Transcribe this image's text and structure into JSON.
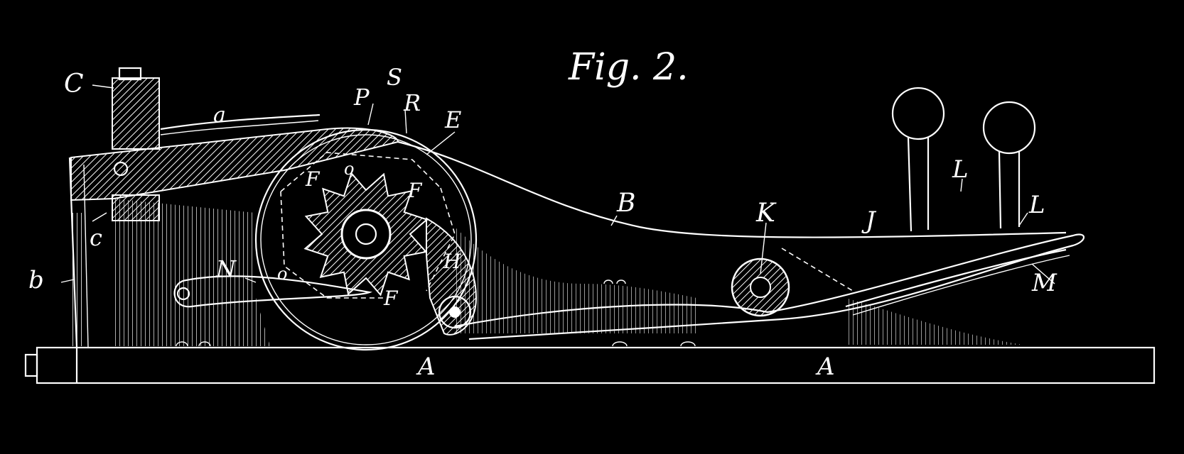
{
  "figure": {
    "title": "Fig. 2.",
    "background_color": "#000000",
    "line_color": "#ffffff"
  },
  "labels": {
    "C": "C",
    "a": "a",
    "P": "P",
    "S": "S",
    "R": "R",
    "E": "E",
    "F_left": "F",
    "F_center": "F",
    "F_lower": "F",
    "o_upper": "o",
    "o_lower": "o",
    "H": "H",
    "N": "N",
    "B": "B",
    "K": "K",
    "J": "J",
    "L_left": "L",
    "L_right": "L",
    "M": "M",
    "b": "b",
    "c": "c",
    "A_left": "A",
    "A_right": "A"
  }
}
